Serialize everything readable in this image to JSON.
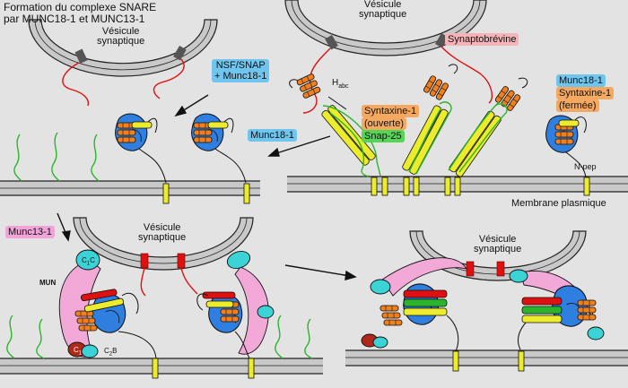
{
  "title": {
    "line1": "Formation du complexe SNARE",
    "line2": "par MUNC18-1 et MUNC13-1"
  },
  "labels": {
    "vesicle": [
      "Vésicule",
      "synaptique"
    ],
    "synaptobrevine": "Synaptobrévine",
    "nsf_snap": [
      "NSF/SNAP",
      "+ Munc18-1"
    ],
    "habc": "H",
    "habc_sub": "abc",
    "syntaxin_open": [
      "Syntaxine-1",
      "(ouverte)"
    ],
    "snap25": "Snap-25",
    "munc18_closed": [
      "Munc18-1",
      "Syntaxine-1",
      "(fermée)"
    ],
    "munc18": "Munc18-1",
    "npep": "N-pep",
    "membrane": "Membrane plasmique",
    "munc13": "Munc13-1",
    "c1c": "C",
    "c1c_sub": "1",
    "c1c_tail": "C",
    "mun": "MUN",
    "c1": "C",
    "c1_sub": "1",
    "c2b": "C",
    "c2b_sub": "2",
    "c2b_tail": "B"
  },
  "colors": {
    "background": "#e3e3e3",
    "membrane": "#c9c9c9",
    "vesicle": "#c9c9c9",
    "syntaxin_orange": "#f07f1c",
    "snap_yellow": "#ecec2c",
    "snap_green": "#2bb52b",
    "munc18_blue": "#2f7fe0",
    "munc13_pink": "#f2a9d8",
    "c2_cyan": "#3cd3d6",
    "red": "#e01010",
    "tag_red": "#f6b3b8",
    "tag_blue": "#6fc5ee",
    "tag_orange": "#f5a860",
    "tag_green": "#53d653",
    "tag_pink": "#f0a4d8"
  }
}
